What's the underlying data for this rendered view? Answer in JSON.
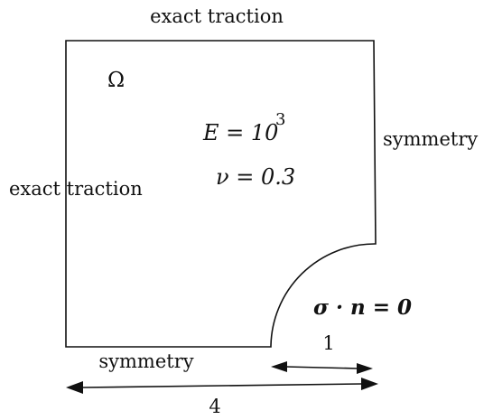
{
  "boundary_labels": {
    "top": "exact traction",
    "left": "exact traction",
    "right": "symmetry",
    "bottom": "symmetry",
    "hole": "σ · n = 0"
  },
  "domain": {
    "symbol": "Ω",
    "youngs_modulus": "E = 10",
    "youngs_modulus_exponent": "3",
    "poisson_ratio": "ν = 0.3"
  },
  "dimensions": {
    "hole_radius": "1",
    "plate_width": "4"
  },
  "colors": {
    "ink": "#111111",
    "background": "#ffffff"
  }
}
